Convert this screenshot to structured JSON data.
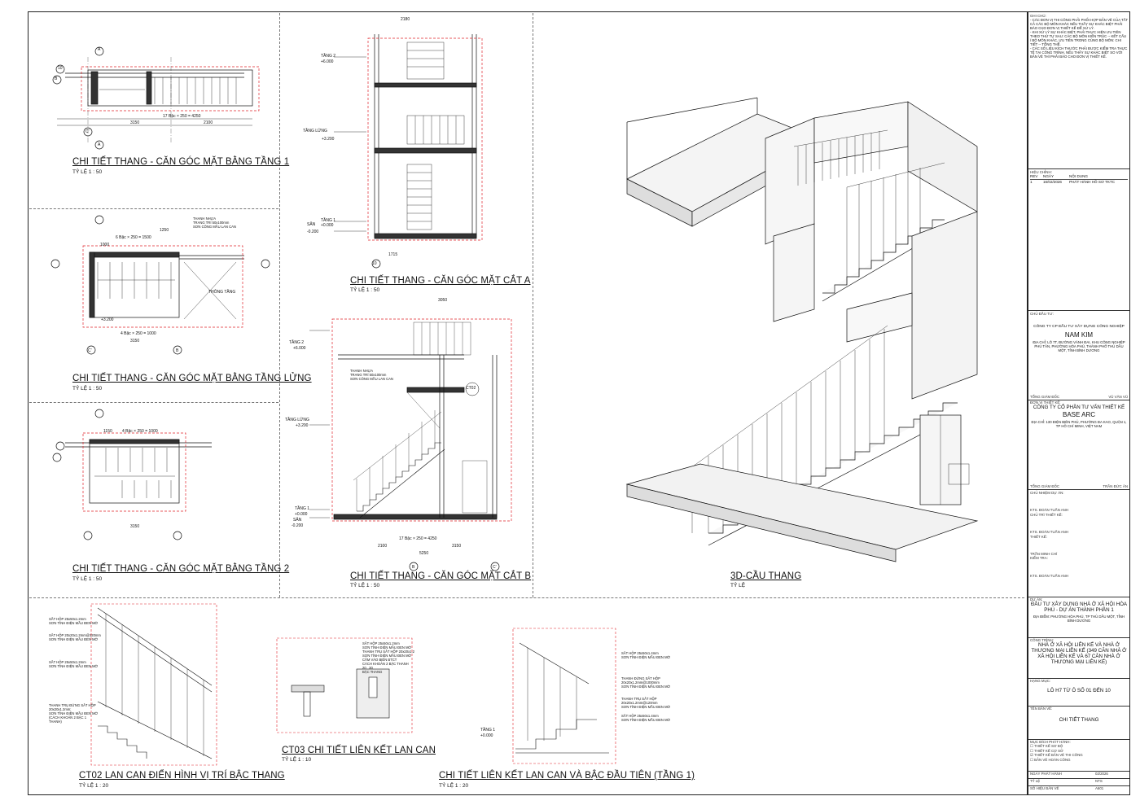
{
  "views": {
    "plan1": {
      "title": "CHI TIẾT THANG - CĂN GÓC MẶT BẰNG TẦNG 1",
      "scale": "TỶ LỆ  1 : 50"
    },
    "plan_lung": {
      "title": "CHI TIẾT THANG - CĂN GÓC MẶT BẰNG TẦNG LỬNG",
      "scale": "TỶ LỆ  1 : 50"
    },
    "plan2": {
      "title": "CHI TIẾT THANG - CĂN GÓC MẶT BẰNG TẦNG 2",
      "scale": "TỶ LỆ  1 : 50"
    },
    "sectionA": {
      "title": "CHI TIẾT THANG - CĂN GÓC MẶT CẮT A",
      "scale": "TỶ LỆ  1 : 50"
    },
    "sectionB": {
      "title": "CHI TIẾT THANG - CĂN GÓC MẶT CẮT B",
      "scale": "TỶ LỆ  1 : 50"
    },
    "view3d": {
      "title": "3D-CẦU THANG",
      "scale": "TỶ LỆ"
    },
    "ct02": {
      "title": "CT02  LAN CAN ĐIỂN HÌNH VỊ TRÍ BẬC THANG",
      "scale": "TỶ LỆ   1 : 20"
    },
    "ct03": {
      "title": "CT03  CHI TIẾT LIÊN KẾT LAN CAN",
      "scale": "TỶ LỆ   1 : 10"
    },
    "detail_first": {
      "title": "CHI TIẾT LIÊN KẾT LAN CAN VÀ BẬC ĐẦU TIÊN (TẦNG 1)",
      "scale": "TỶ LỆ   1 : 20"
    }
  },
  "plan_labels": {
    "grid_a": "A",
    "grid_b": "B",
    "grid_c": "C'",
    "grid_10": "10",
    "grid_b2": "B",
    "dim_3150": "3150",
    "dim_2100": "2100",
    "dim_17bac": "17 Bậc × 250 = 4250",
    "dim_6bac": "6 Bậc × 250 = 1500",
    "dim_4bac": "4 Bậc × 250 = 1000",
    "dim_1250": "1250",
    "dim_1000": "1000",
    "dim_1150": "1150",
    "thong_tang": "THÔNG TẦNG",
    "level_3200": "+3.200",
    "handrail_note": "THANH NHỰA\nTRANG TRÍ 50x100mm\nSƠN CÔNG MẦU LAN CAN"
  },
  "section_labels": {
    "tang2": "TẦNG 2",
    "tang2_lvl": "+6.000",
    "tang_lung": "TẦNG LỬNG",
    "tang_lung_lvl": "+3.200",
    "tang1": "TẦNG 1",
    "tang1_lvl": "+0.000",
    "san": "SÂN",
    "san_lvl": "-0.200",
    "dim_2180": "2180",
    "dim_1715": "1715",
    "dim_5250": "5250",
    "dim_2100": "2100",
    "dim_3150": "3150",
    "dim_3050": "3050",
    "dim_17bac": "17 Bậc × 250 = 4250",
    "ct02_tag": "CT02",
    "grid_b": "B",
    "grid_c": "C'",
    "grid_10": "10",
    "handrail_note": "THANH NHỰA\nTRANG TRÍ 50x100mm\nSƠN CÔNG MẦU LAN CAN"
  },
  "ct02_notes": [
    "SẮT HỘP 25x50x1.2mm\nSƠN TĨNH ĐIỆN MẦU ĐEN MỜ",
    "SẮT HỘP 20x20x1.2mm@120mm\nSƠN TĨNH ĐIỆN MẦU ĐEN MỜ",
    "SẮT HỘP 25x50x1.2mm\nSƠN TĨNH ĐIỆN MẦU ĐEN MỜ",
    "THANH TRỤ ĐỨNG SẮT HỘP\n20x20x1.2mm;\nSƠN TĨNH ĐIỆN MẦU ĐEN MỜ\n(CÁCH KHOẢN 2 BẬC 1\nTHANH)"
  ],
  "ct03_notes": "SẮT HỘP 25x50x1.2mm\nSƠN TĨNH ĐIỆN MẦU ĐEN MỜ\nTHANH TRỤ SẮT HỘP 20x20x1.2\nSƠN TĨNH ĐIỆN MẦU ĐEN MỜ\nCẮM VÀO BIÊN BTCT\nCÁCH KHOẢN 2 BẬC THANH\n20   30\nBẬC THANG",
  "detail_notes": [
    "SẮT HỘP 25x50x1.4mm\nSƠN TĨNH ĐIỆN MẦU ĐEN MỜ",
    "THANH ĐỨNG SẮT HỘP\n20x20x1.2mm@1000mm\nSƠN TĨNH ĐIỆN MẦU ĐEN MỜ",
    "THANH TRỤ SẮT HỘP\n20x20x1.2mm@120mm\nSƠN TĨNH ĐIỆN MẦU ĐEN MỜ",
    "SẮT HỘP 25x50x1.4mm\nSƠN TĨNH ĐIỆN MẦU ĐEN MỜ"
  ],
  "detail_level": {
    "tang1": "TẦNG 1",
    "lvl": "+0.000"
  },
  "title_block": {
    "ghi_chu_label": "GHI CHÚ:",
    "ghi_chu": "- CÁC ĐƠN VỊ THI CÔNG PHẢI PHỐI HỢP BẢN VẼ CỦA TẤT CẢ CÁC BỘ MÔN KHÁC NẾU THẤY SỰ KHÁC BIỆT PHẢI BÁO CHO ĐƠN VỊ THIẾT KẾ ĐỂ XỬ LÝ.\n- KHI XỬ LÝ SỰ KHÁC BIỆT, PHẢI THỰC HIỆN ƯU TIÊN THEO THỨ TỰ SAU: CÁC BỘ MÔN KIẾN TRÚC -- KẾT CẤU / BỘ MÔN KHÁC, ƯU TIÊN TRONG CÙNG BỘ MÔN: CHI TIẾT -- TỔNG THỂ.\n- CÁC SỐ LIỆU KÍCH THƯỚC PHẢI ĐƯỢC KIỂM TRA THỰC TẾ TẠI CÔNG TRÌNH, NẾU THẤY SỰ KHÁC BIỆT SO VỚI BẢN VẼ THÌ PHẢI BÁO CHO ĐƠN VỊ THIẾT KẾ.",
    "hieu_chinh_label": "HIỆU CHỈNH:",
    "rev_headers": [
      "REV",
      "NGÀY",
      "NỘI DUNG"
    ],
    "rev_row": [
      "1",
      "16/02/2026",
      "PHÁT HÀNH HỒ SƠ TKTC"
    ],
    "chu_dau_tu_label": "CHỦ ĐẦU TƯ:",
    "chu_dau_tu_company": "CÔNG TY CP ĐẦU TƯ XÂY DỰNG CÔNG NGHIỆP",
    "chu_dau_tu_name": "NAM KIM",
    "chu_dau_tu_address": "ĐỊA CHỈ: LÔ 7T, ĐƯỜNG VÀNH ĐAI, KHU CÔNG NGHIỆP PHÚ TÂN, PHƯỜNG HÒA PHÚ, THÀNH PHỐ THỦ DẦU MỘT, TỈNH BÌNH DƯƠNG",
    "tong_giam_doc_label": "TỔNG GIÁM ĐỐC",
    "tong_giam_doc_name": "VŨ VĂN VŨ",
    "don_vi_label": "ĐƠN VỊ THIẾT KẾ:",
    "don_vi_company": "CÔNG TY CỔ PHẦN TƯ VẤN THIẾT KẾ",
    "don_vi_name": "BASE ARC",
    "don_vi_address": "ĐỊA CHỈ: 130 ĐIỆN BIÊN PHỦ, PHƯỜNG ĐA KAO, QUẬN 1, TP HỒ CHÍ MINH, VIỆT NAM",
    "tgd2_label": "TỔNG GIÁM ĐỐC",
    "tgd2_name": "TRẦN ĐỨC ÂN",
    "chu_nhiem_label": "CHỦ NHIỆM DỰ ÁN:",
    "chu_nhiem_name": "KTS. ĐOÀN TUẤN ANH",
    "chu_tri_label": "CHỦ TRÌ THIẾT KẾ:",
    "chu_tri_name": "KTS. ĐOÀN TUẤN ANH",
    "thiet_ke_label": "THIẾT KẾ:",
    "thiet_ke_name": "TRẦN MINH CHÍ",
    "kiem_tra_label": "KIỂM TRA:",
    "kiem_tra_name": "KTS. ĐOÀN TUẤN ANH",
    "du_an_label": "DỰ ÁN:",
    "du_an": "ĐẦU TƯ XÂY DỰNG NHÀ Ở XÃ HỘI HÒA PHÚ - DỰ ÁN THÀNH PHẦN 1",
    "du_an_address": "ĐỊA ĐIỂM: PHƯỜNG HÒA PHÚ, TP THỦ DẦU MỘT, TỈNH BÌNH DƯƠNG",
    "cong_trinh_label": "CÔNG TRÌNH:",
    "cong_trinh": "NHÀ Ở XÃ HỘI LIÊN KẾ VÀ NHÀ Ở THƯƠNG MẠI LIÊN KẾ (349 CĂN NHÀ Ở XÃ HỘI LIÊN KẾ VÀ 67 CĂN NHÀ Ở THƯƠNG MẠI LIÊN KẾ)",
    "hang_muc_label": "HẠNG MỤC:",
    "hang_muc": "LÔ H7 TỪ Ô SỐ 01 ĐẾN 10",
    "ten_ban_ve_label": "TÊN BẢN VẼ:",
    "ten_ban_ve": "CHI TIẾT THANG",
    "muc_dich_label": "MỤC ĐÍCH PHÁT HÀNH:",
    "muc_dich": [
      "THIẾT KẾ SƠ BỘ",
      "THIẾT KẾ CƠ SỞ",
      "THIẾT KẾ BẢN VẼ THI CÔNG",
      "BẢN VẼ HOÀN CÔNG"
    ],
    "ngay_label": "NGÀY PHÁT HÀNH",
    "ngay": "02/2026",
    "ty_le_label": "TỶ LỆ",
    "ty_le": "NTS",
    "so_hieu_label": "SỐ HIỆU BẢN VẼ",
    "so_hieu": "A601"
  },
  "colors": {
    "line": "#111111",
    "cut_outline": "#e0222a",
    "hatch": "#555555"
  }
}
